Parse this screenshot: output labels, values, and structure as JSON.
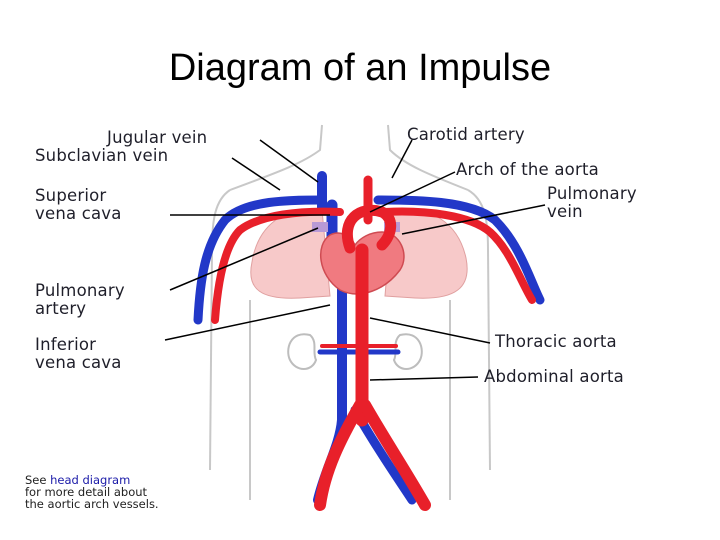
{
  "slide": {
    "title": "Diagram of an Impulse"
  },
  "diagram": {
    "labels": {
      "jugular_vein": "Jugular vein",
      "subclavian_vein": "Subclavian vein",
      "superior_vena_cava_1": "Superior",
      "superior_vena_cava_2": "vena cava",
      "pulmonary_artery_1": "Pulmonary",
      "pulmonary_artery_2": "artery",
      "inferior_vena_cava_1": "Inferior",
      "inferior_vena_cava_2": "vena cava",
      "carotid_artery": "Carotid artery",
      "arch_of_aorta": "Arch of the aorta",
      "pulmonary_vein_1": "Pulmonary",
      "pulmonary_vein_2": "vein",
      "thoracic_aorta": "Thoracic aorta",
      "abdominal_aorta": "Abdominal aorta"
    },
    "note": {
      "prefix": "See ",
      "link": "head diagram",
      "line2": "for more detail about",
      "line3": "the aortic arch vessels."
    },
    "colors": {
      "artery": "#e8202a",
      "vein": "#2238c8",
      "lung": "#f7c9c9",
      "heart": "#f07a80",
      "body_outline": "#c8c8c8"
    }
  }
}
